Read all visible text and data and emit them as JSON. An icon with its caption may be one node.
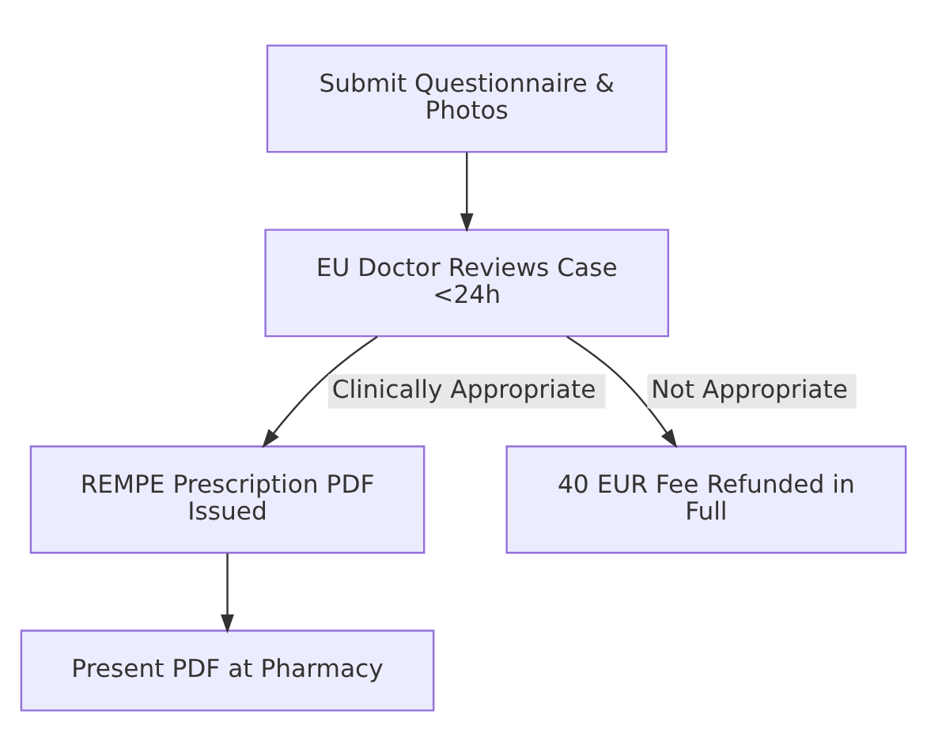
{
  "diagram": {
    "nodes": [
      {
        "text": [
          "Submit Questionnaire & Photos"
        ]
      },
      {
        "text": [
          "EU Doctor Reviews Case <24h"
        ]
      },
      {
        "text": [
          "REMPE Prescription PDF Issued"
        ]
      },
      {
        "text": [
          "40 EUR Fee Refunded in Full"
        ]
      },
      {
        "text": [
          "Present PDF at Pharmacy"
        ]
      }
    ],
    "edges": [
      {
        "from": 0,
        "to": 1,
        "arrow": "to"
      },
      {
        "from": 1,
        "to": 2,
        "arrow": "to",
        "label": "Clinically Appropriate"
      },
      {
        "from": 1,
        "to": 3,
        "arrow": "to",
        "label": "Not Appropriate"
      },
      {
        "from": 2,
        "to": 4,
        "arrow": "to"
      }
    ]
  }
}
